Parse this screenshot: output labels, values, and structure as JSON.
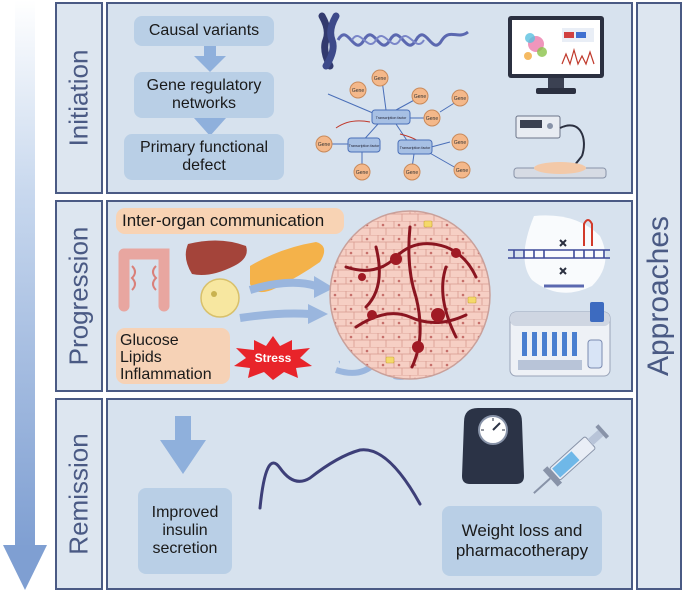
{
  "stages": {
    "initiation": "Initiation",
    "progression": "Progression",
    "remission": "Remission"
  },
  "approaches": "Approaches",
  "initiation": {
    "box1": "Causal variants",
    "box2": "Gene regulatory networks",
    "box3": "Primary functional defect",
    "network": {
      "gene_label": "Gene",
      "tf_label": "Transcription factor"
    }
  },
  "progression": {
    "interorgan": "Inter-organ communication",
    "stressors": [
      "Glucose",
      "Lipids",
      "Inflammation"
    ],
    "stress": "Stress"
  },
  "remission": {
    "insulin": "Improved insulin secretion",
    "weight": "Weight loss and pharmacotherapy"
  },
  "colors": {
    "panel_bg": "#d7e2ee",
    "border": "#4a5a84",
    "box_blue": "#b9cfe6",
    "arrow_blue": "#8fb0dc",
    "peach": "#f8d3b4",
    "stress_red": "#e8242a"
  },
  "icons": [
    "chromosome-icon",
    "computer-monitor-icon",
    "electrophysiology-rig-icon",
    "intestine-icon",
    "liver-icon",
    "fat-cell-icon",
    "pancreas-icon",
    "islet-icon",
    "crispr-icon",
    "liquid-handler-icon",
    "scale-icon",
    "syringe-icon"
  ]
}
